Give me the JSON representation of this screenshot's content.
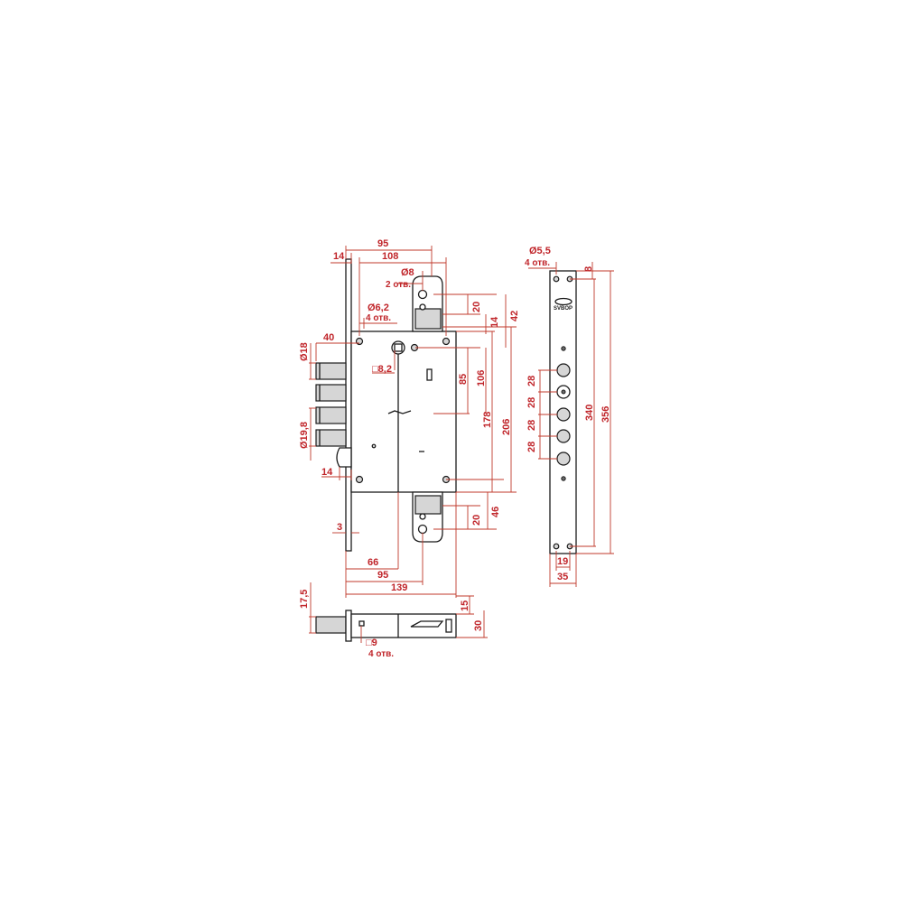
{
  "brand": "SVBOP",
  "top_view": {
    "width_95": "95",
    "width_108": "108",
    "flange_14": "14",
    "hole_d8": "Ø8",
    "hole_d8_count": "2 отв.",
    "hole_d62": "Ø6,2",
    "hole_d62_count": "4 отв.",
    "dim_40": "40",
    "bolt_d18": "Ø18",
    "bolt_d198": "Ø19,8",
    "sq_82": "□8,2",
    "dim_20_top": "20",
    "dim_14_right": "14",
    "dim_42": "42",
    "dim_85": "85",
    "dim_106": "106",
    "dim_178": "178",
    "dim_206": "206",
    "dim_14_bottom": "14",
    "dim_3": "3",
    "dim_20_bottom": "20",
    "dim_46": "46",
    "dim_66": "66",
    "dim_95_bottom": "95",
    "dim_139": "139"
  },
  "side_view": {
    "dim_175": "17,5",
    "dim_15": "15",
    "dim_30": "30",
    "sq_9": "□9",
    "sq_9_count": "4 отв."
  },
  "faceplate": {
    "hole_d55": "Ø5,5",
    "hole_d55_count": "4 отв.",
    "dim_8": "8",
    "pitch": [
      "28",
      "28",
      "28",
      "28"
    ],
    "dim_340": "340",
    "dim_356": "356",
    "dim_19": "19",
    "dim_35": "35"
  }
}
